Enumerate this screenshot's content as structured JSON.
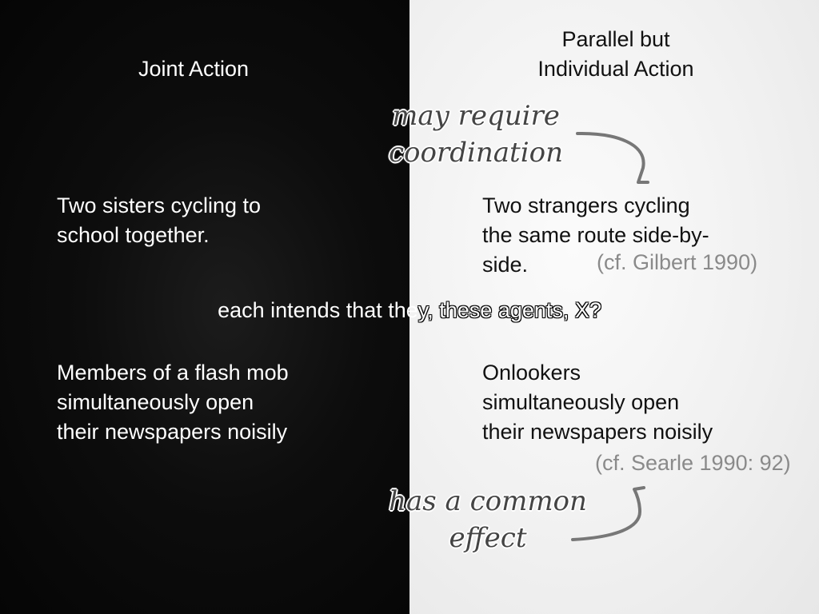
{
  "left": {
    "heading": "Joint Action",
    "example1": "Two sisters cycling to\nschool together.",
    "example2": "Members of a flash mob\nsimultaneously open\ntheir newspapers noisily"
  },
  "right": {
    "heading": "Parallel but\nIndividual Action",
    "example1": "Two strangers cycling\nthe same route side-by-\nside.",
    "citation1": "(cf. Gilbert 1990)",
    "example2": "Onlookers\nsimultaneously open\ntheir newspapers noisily",
    "citation2": "(cf. Searle 1990: 92)"
  },
  "middle": {
    "left_part": "each intends that the",
    "right_part": "y, these agents, X?"
  },
  "annotations": {
    "top": "may require\ncoordination",
    "bottom": "has a common\neffect"
  },
  "colors": {
    "left_background": "#0d0d0d",
    "right_background": "#f1f1f1",
    "citation": "#8a8a8a",
    "handwriting": "#444444"
  }
}
